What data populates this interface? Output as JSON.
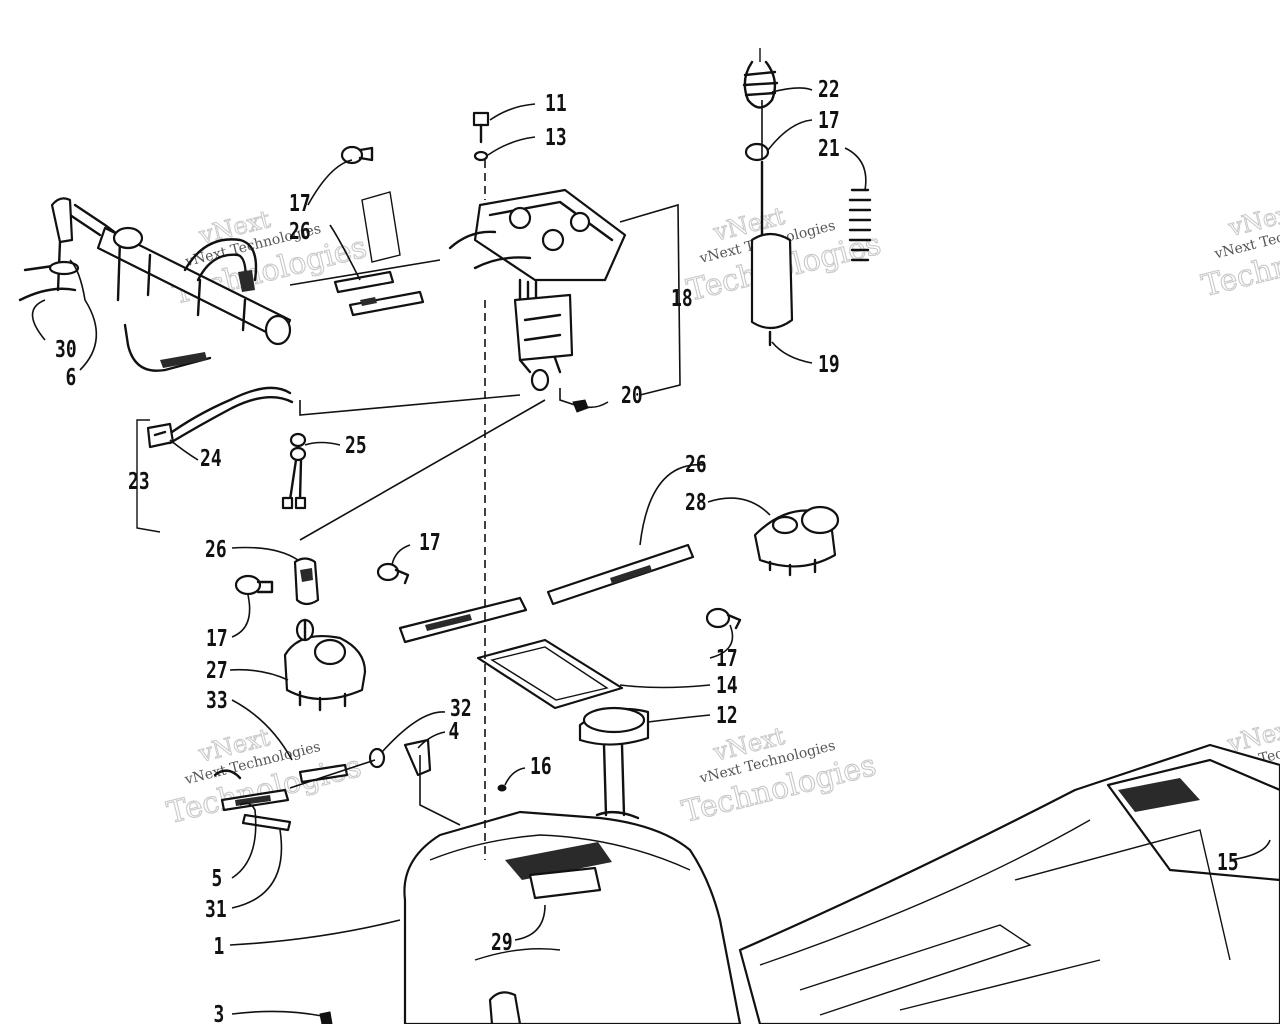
{
  "labels": {
    "l1": "1",
    "l3": "3",
    "l4": "4",
    "l5": "5",
    "l6": "6",
    "l11": "11",
    "l12": "12",
    "l13": "13",
    "l14": "14",
    "l15": "15",
    "l16": "16",
    "l17a": "17",
    "l17b": "17",
    "l17c": "17",
    "l17d": "17",
    "l17e": "17",
    "l18": "18",
    "l19": "19",
    "l20": "20",
    "l21": "21",
    "l22": "22",
    "l23": "23",
    "l24": "24",
    "l25": "25",
    "l26a": "26",
    "l26b": "26",
    "l26c": "26",
    "l27": "27",
    "l28": "28",
    "l29": "29",
    "l30": "30",
    "l31": "31",
    "l32": "32",
    "l33": "33"
  },
  "watermark": {
    "line1": "vNext",
    "line2": "vNext Technologies",
    "line3": "Technologies"
  }
}
